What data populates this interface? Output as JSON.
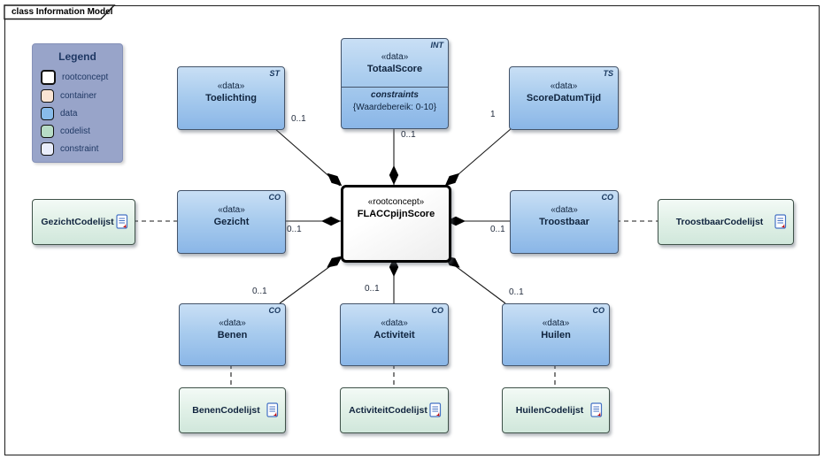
{
  "frame": {
    "tab_label": "class Information Model"
  },
  "legend": {
    "title": "Legend",
    "items": [
      {
        "label": "rootconcept",
        "color": "#ffffff"
      },
      {
        "label": "container",
        "color": "#f9e4d4"
      },
      {
        "label": "data",
        "color": "#88bbea"
      },
      {
        "label": "codelist",
        "color": "#b7dcc6"
      },
      {
        "label": "constraint",
        "color": "#e9edfb"
      }
    ]
  },
  "root": {
    "stereotype": "«rootconcept»",
    "name": "FLACCpijnScore"
  },
  "nodes": {
    "toelichting": {
      "stereotype": "«data»",
      "name": "Toelichting",
      "tag": "ST"
    },
    "totaalscore": {
      "stereotype": "«data»",
      "name": "TotaalScore",
      "tag": "INT",
      "constraints_label": "constraints",
      "constraint_value": "{Waardebereik: 0-10}"
    },
    "scoredatumtijd": {
      "stereotype": "«data»",
      "name": "ScoreDatumTijd",
      "tag": "TS"
    },
    "gezicht": {
      "stereotype": "«data»",
      "name": "Gezicht",
      "tag": "CO"
    },
    "troostbaar": {
      "stereotype": "«data»",
      "name": "Troostbaar",
      "tag": "CO"
    },
    "benen": {
      "stereotype": "«data»",
      "name": "Benen",
      "tag": "CO"
    },
    "activiteit": {
      "stereotype": "«data»",
      "name": "Activiteit",
      "tag": "CO"
    },
    "huilen": {
      "stereotype": "«data»",
      "name": "Huilen",
      "tag": "CO"
    }
  },
  "codelists": {
    "gezicht": {
      "name": "GezichtCodelijst"
    },
    "troostbaar": {
      "name": "TroostbaarCodelijst"
    },
    "benen": {
      "name": "BenenCodelijst"
    },
    "activiteit": {
      "name": "ActiviteitCodelijst"
    },
    "huilen": {
      "name": "HuilenCodelijst"
    }
  },
  "multiplicities": {
    "toelichting": "0..1",
    "totaalscore": "0..1",
    "scoredatumtijd": "1",
    "gezicht": "0..1",
    "troostbaar": "0..1",
    "benen": "0..1",
    "activiteit": "0..1",
    "huilen": "0..1"
  },
  "colors": {
    "data_fill": "#8ab6e7",
    "codelist_fill": "#d0e7db",
    "legend_bg": "#98a4c9",
    "edge": "#1a1a1a",
    "icon_blue": "#4472c4",
    "icon_red": "#c00000"
  }
}
